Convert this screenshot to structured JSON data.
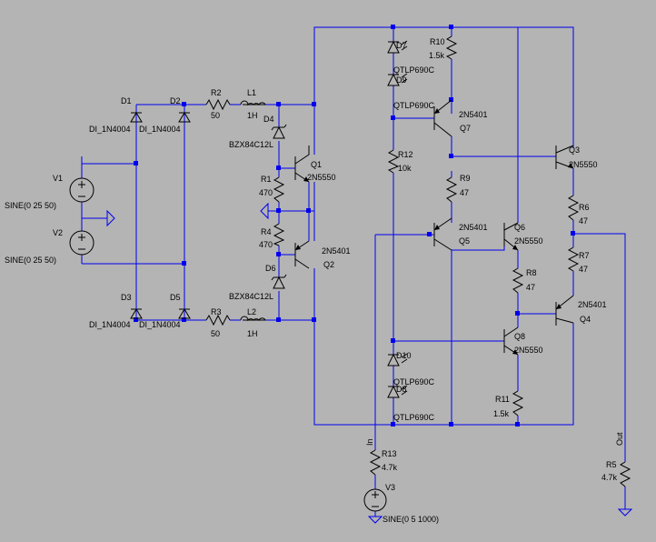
{
  "labels": {
    "D1": "D1",
    "D2": "D2",
    "D3": "D3",
    "D5": "D5",
    "D1m": "DI_1N4004",
    "D2m": "DI_1N4004",
    "D3m": "DI_1N4004",
    "D5m": "DI_1N4004",
    "R2": "R2",
    "R2v": "50",
    "L1": "L1",
    "L1v": "1H",
    "R3": "R3",
    "R3v": "50",
    "L2": "L2",
    "L2v": "1H",
    "V1": "V1",
    "V1v": "SINE(0 25 50)",
    "V2": "V2",
    "V2v": "SINE(0 25 50)",
    "D4": "D4",
    "D4m": "BZX84C12L",
    "D6": "D6",
    "D6m": "BZX84C12L",
    "Q1": "Q1",
    "Q1m": "2N5550",
    "Q2": "Q2",
    "Q2m": "2N5401",
    "R1": "R1",
    "R1v": "470",
    "R4": "R4",
    "R4v": "470",
    "D7": "D7",
    "D7m": "QTLP690C",
    "D9": "D9",
    "D9m": "QTLP690C",
    "D10": "D10",
    "D10m": "QTLP690C",
    "D8": "D8",
    "D8m": "QTLP690C",
    "R10": "R10",
    "R10v": "1.5k",
    "R12": "R12",
    "R12v": "10k",
    "R9": "R9",
    "R9v": "47",
    "Q7": "Q7",
    "Q7m": "2N5401",
    "Q5": "Q5",
    "Q5m": "2N5401",
    "Q6": "Q6",
    "Q6m": "2N5550",
    "Q3": "Q3",
    "Q3m": "2N5550",
    "R6": "R6",
    "R6v": "47",
    "R7": "R7",
    "R7v": "47",
    "R8": "R8",
    "R8v": "47",
    "Q4": "Q4",
    "Q4m": "2N5401",
    "Q8": "Q8",
    "Q8m": "2N5550",
    "R11": "R11",
    "R11v": "1.5k",
    "R13": "R13",
    "R13v": "4.7k",
    "V3": "V3",
    "V3v": "SINE(0 5 1000)",
    "R5": "R5",
    "R5v": "4.7k",
    "In": "In",
    "Out": "Out"
  }
}
